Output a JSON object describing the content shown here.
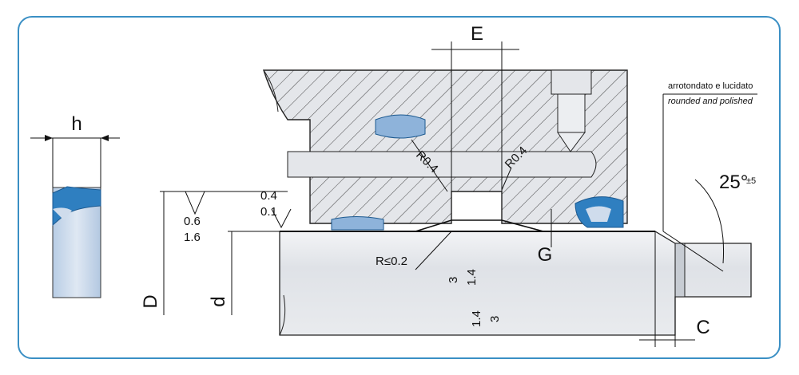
{
  "seal_section": {
    "width_label": "h"
  },
  "dimensions": {
    "groove_width": "E",
    "gap": "G",
    "chamfer": "C",
    "bore_diameter": "D",
    "rod_diameter": "d",
    "angle": "25°",
    "angle_tol": "±5"
  },
  "radii": {
    "r1": "R0.4",
    "r2": "R0.4",
    "r3": "R≤0.2"
  },
  "roughness": {
    "bore_top": "0.4",
    "bore_bottom": "0.1",
    "groove_top": "0.6",
    "groove_bottom": "1.6",
    "rod_a_top": "3",
    "rod_a_bottom": "1.4",
    "rod_b_top": "1.4",
    "rod_b_bottom": "3"
  },
  "note": {
    "it": "arrotondato e lucidato",
    "en": "rounded and polished"
  },
  "colors": {
    "frame": "#3a8fc4",
    "seal": "#2f7fc0",
    "seal_body": "#cfdcec",
    "rod": "#e2e5ea"
  }
}
